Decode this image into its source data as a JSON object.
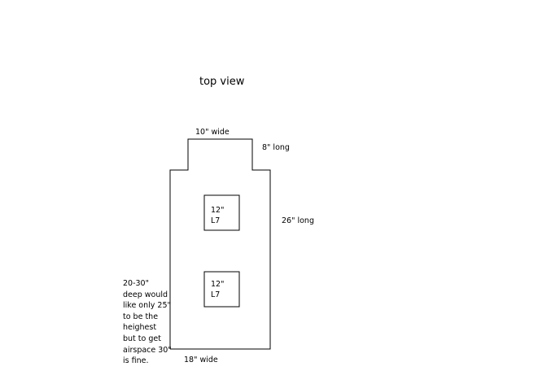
{
  "diagram": {
    "title": "top view",
    "dimensions": {
      "top_width": "10\" wide",
      "neck_length": "8\" long",
      "body_length": "26\" long",
      "bottom_width": "18\" wide"
    },
    "subwoofers": [
      {
        "size": "12\"",
        "model": "L7"
      },
      {
        "size": "12\"",
        "model": "L7"
      }
    ],
    "depth_note": [
      "20-30\"",
      "deep would",
      "like only 25\"",
      "to be the",
      "heighest",
      "but to get",
      "airspace 30\"",
      "is fine."
    ],
    "line_color": "#000000",
    "background_color": "#ffffff"
  }
}
